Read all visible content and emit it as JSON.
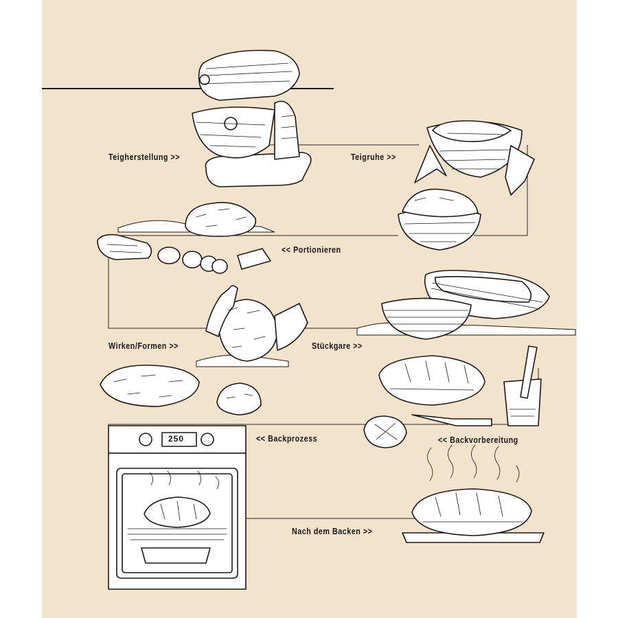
{
  "steps": {
    "teigherstellung": "Teigherstellung >>",
    "teigruhe": "Teigruhe >>",
    "portionieren": "<< Portionieren",
    "wirken": "Wirken/Formen >>",
    "stueckgare": "Stückgare >>",
    "backprozess": "<< Backprozess",
    "backvorbereitung": "<< Backvorbereitung",
    "nach_backen": "Nach dem Backen >>"
  },
  "oven_display": "250",
  "colors": {
    "background": "#f2e3cd",
    "ink": "#1c1816"
  }
}
